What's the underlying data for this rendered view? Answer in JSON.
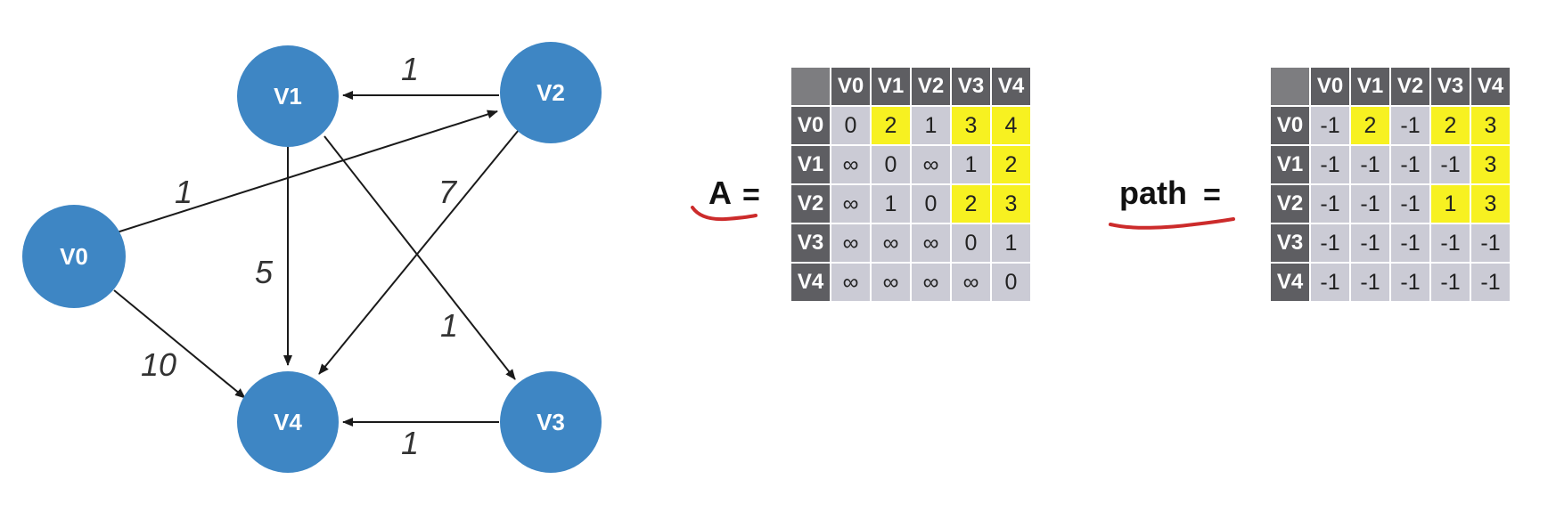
{
  "graph": {
    "nodes": [
      "V0",
      "V1",
      "V2",
      "V3",
      "V4"
    ],
    "edges": [
      {
        "from": "V0",
        "to": "V2",
        "weight": "1"
      },
      {
        "from": "V0",
        "to": "V4",
        "weight": "10"
      },
      {
        "from": "V1",
        "to": "V4",
        "weight": "5"
      },
      {
        "from": "V1",
        "to": "V3",
        "weight": "1"
      },
      {
        "from": "V2",
        "to": "V1",
        "weight": "1"
      },
      {
        "from": "V2",
        "to": "V4",
        "weight": "7"
      },
      {
        "from": "V3",
        "to": "V4",
        "weight": "1"
      }
    ],
    "node_color": "#3e86c4"
  },
  "matrix_a": {
    "label": "A",
    "equals": "=",
    "headers": [
      "V0",
      "V1",
      "V2",
      "V3",
      "V4"
    ],
    "rows": [
      [
        "0",
        "2",
        "1",
        "3",
        "4"
      ],
      [
        "∞",
        "0",
        "∞",
        "1",
        "2"
      ],
      [
        "∞",
        "1",
        "0",
        "2",
        "3"
      ],
      [
        "∞",
        "∞",
        "∞",
        "0",
        "1"
      ],
      [
        "∞",
        "∞",
        "∞",
        "∞",
        "0"
      ]
    ],
    "highlighted": [
      [
        0,
        1
      ],
      [
        0,
        3
      ],
      [
        0,
        4
      ],
      [
        1,
        4
      ],
      [
        2,
        3
      ],
      [
        2,
        4
      ]
    ]
  },
  "matrix_path": {
    "label": "path",
    "equals": "=",
    "headers": [
      "V0",
      "V1",
      "V2",
      "V3",
      "V4"
    ],
    "rows": [
      [
        "-1",
        "2",
        "-1",
        "2",
        "3"
      ],
      [
        "-1",
        "-1",
        "-1",
        "-1",
        "3"
      ],
      [
        "-1",
        "-1",
        "-1",
        "1",
        "3"
      ],
      [
        "-1",
        "-1",
        "-1",
        "-1",
        "-1"
      ],
      [
        "-1",
        "-1",
        "-1",
        "-1",
        "-1"
      ]
    ],
    "highlighted": [
      [
        0,
        1
      ],
      [
        0,
        3
      ],
      [
        0,
        4
      ],
      [
        1,
        4
      ],
      [
        2,
        3
      ],
      [
        2,
        4
      ]
    ]
  },
  "colors": {
    "highlight": "#f7f121",
    "cell": "#cbcbd5",
    "header": "#5e5e62",
    "underline": "#cc2b2b"
  }
}
